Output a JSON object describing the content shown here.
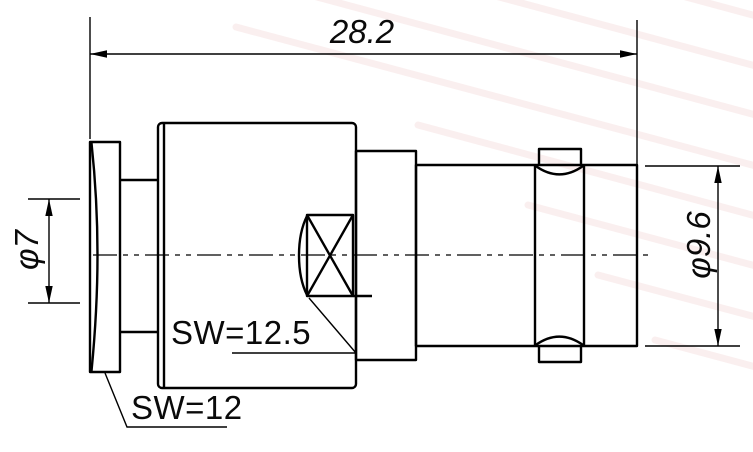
{
  "drawing": {
    "labels": {
      "overall_length": "28.2",
      "front_diameter": "φ7",
      "rear_diameter": "φ9.6",
      "body_wrench": "SW=12.5",
      "nut_wrench": "SW=12"
    },
    "colors": {
      "line": "#000000",
      "text": "#0a0a0a",
      "background": "#ffffff",
      "watermark_stripe": "#f7e3e3"
    }
  }
}
